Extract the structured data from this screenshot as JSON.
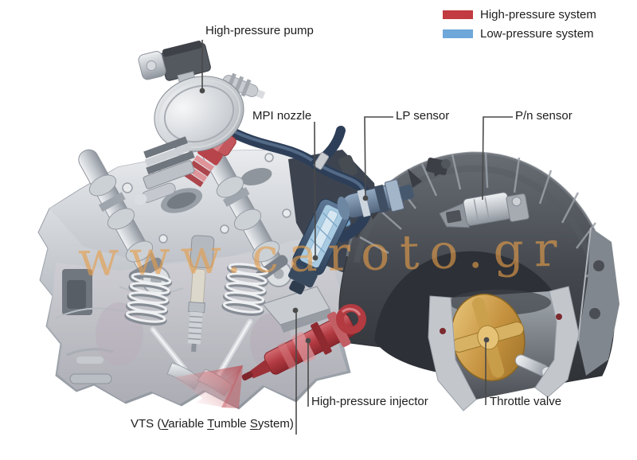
{
  "legend": {
    "items": [
      {
        "label": "High-pressure system",
        "color": "#c23b41"
      },
      {
        "label": "Low-pressure system",
        "color": "#6ea7d9"
      }
    ]
  },
  "callouts": {
    "hp_pump": "High-pressure pump",
    "mpi_nozzle": "MPI nozzle",
    "lp_sensor": "LP sensor",
    "pn_sensor": "P/n sensor",
    "hp_injector": "High-pressure injector",
    "throttle_valve": "Throttle valve",
    "vts": {
      "pre": "VTS (",
      "u1": "V",
      "m1": "ariable ",
      "u2": "T",
      "m2": "umble ",
      "u3": "S",
      "post": "ystem)"
    }
  },
  "watermark": {
    "text": "www.caroto.gr",
    "color": "#e79e4a"
  }
}
